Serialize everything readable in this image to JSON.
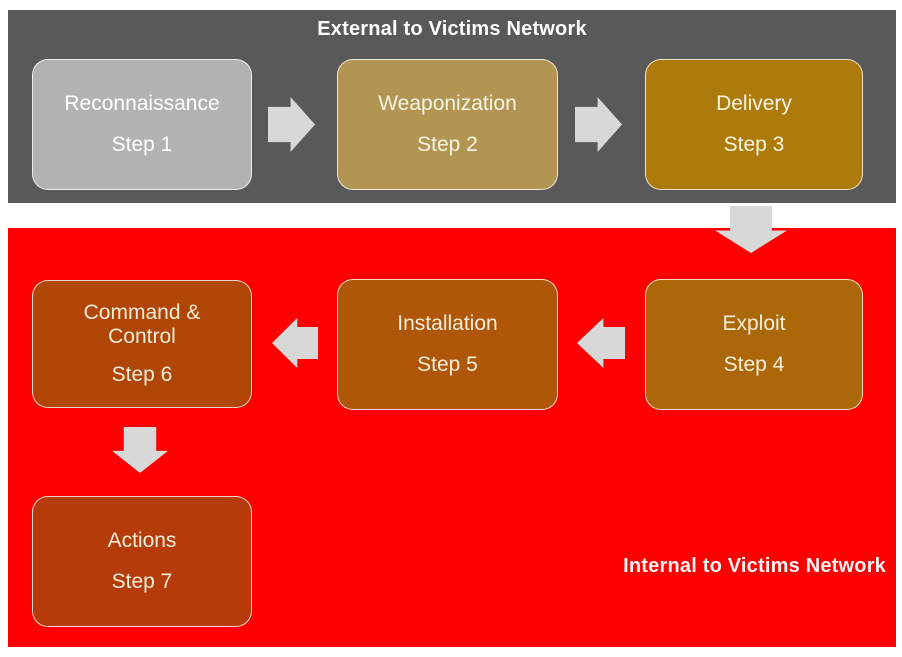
{
  "zones": {
    "external": {
      "label": "External to Victims Network",
      "bg": "#595959",
      "label_color": "#ffffff"
    },
    "internal": {
      "label": "Internal to Victims Network",
      "bg": "#fe0000",
      "label_color": "#f4f4f4"
    }
  },
  "steps": [
    {
      "title": "Reconnaissance",
      "step_label": "Step 1",
      "zone": "external",
      "bg": "#b2b2b2",
      "text_color": "#ffffff"
    },
    {
      "title": "Weaponization",
      "step_label": "Step 2",
      "zone": "external",
      "bg": "#b29552",
      "text_color": "#faf4e3"
    },
    {
      "title": "Delivery",
      "step_label": "Step 3",
      "zone": "external",
      "bg": "#ad7b0c",
      "text_color": "#faf4e3"
    },
    {
      "title": "Exploit",
      "step_label": "Step 4",
      "zone": "internal",
      "bg": "#ac6708",
      "text_color": "#f7efdc"
    },
    {
      "title": "Installation",
      "step_label": "Step 5",
      "zone": "internal",
      "bg": "#b05608",
      "text_color": "#f7efdc"
    },
    {
      "title": "Command & Control",
      "step_label": "Step 6",
      "zone": "internal",
      "bg": "#af4605",
      "text_color": "#f5ecd8"
    },
    {
      "title": "Actions",
      "step_label": "Step 7",
      "zone": "internal",
      "bg": "#b53c0a",
      "text_color": "#f5ecd8"
    }
  ],
  "flow": {
    "arrow_color": "#d8d8d8",
    "connections": [
      {
        "from": "Reconnaissance",
        "to": "Weaponization",
        "direction": "right"
      },
      {
        "from": "Weaponization",
        "to": "Delivery",
        "direction": "right"
      },
      {
        "from": "Delivery",
        "to": "Exploit",
        "direction": "down"
      },
      {
        "from": "Exploit",
        "to": "Installation",
        "direction": "left"
      },
      {
        "from": "Installation",
        "to": "Command & Control",
        "direction": "left"
      },
      {
        "from": "Command & Control",
        "to": "Actions",
        "direction": "down"
      }
    ]
  }
}
